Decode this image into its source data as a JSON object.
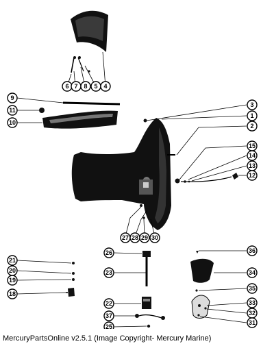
{
  "callouts": {
    "c1": "1",
    "c2": "2",
    "c3": "3",
    "c4": "4",
    "c5": "5",
    "c6": "6",
    "c7": "7",
    "c8": "8",
    "c9": "9",
    "c10": "10",
    "c11": "11",
    "c12": "12",
    "c13": "13",
    "c14": "14",
    "c15": "15",
    "c18": "18",
    "c19": "19",
    "c20": "20",
    "c21": "21",
    "c22": "22",
    "c23": "23",
    "c25": "25",
    "c26": "26",
    "c27": "27",
    "c28": "28",
    "c29": "29",
    "c30": "30",
    "c31": "31",
    "c32": "32",
    "c33": "33",
    "c34": "34",
    "c35": "35",
    "c36": "36",
    "c37": "37"
  },
  "caption": "MercuryPartsOnline v2.5.1 (Image Copyright- Mercury Marine)"
}
